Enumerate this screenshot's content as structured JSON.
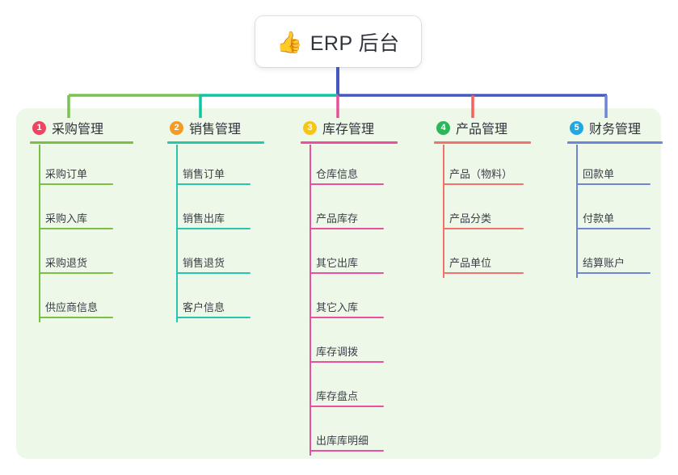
{
  "root": {
    "icon": "thumbs-up-icon",
    "emoji": "👍",
    "title": "ERP 后台"
  },
  "palette": {
    "panel_bg": "#edf8e8",
    "root_text": "#30343c",
    "trunk": "#4558c0",
    "seg_green": "#79c351",
    "seg_teal": "#0ec5a4",
    "seg_blue": "#4558c0",
    "drop_green": "#79c351",
    "drop_teal": "#0ec5a4",
    "drop_pink": "#e8509a",
    "drop_red": "#f4615e",
    "drop_blue": "#6d86d8"
  },
  "columns": [
    {
      "index": "1",
      "title": "采购管理",
      "badge_color": "#f0435f",
      "line_color": "#7ac143",
      "items": [
        "采购订单",
        "采购入库",
        "采购退货",
        "供应商信息"
      ]
    },
    {
      "index": "2",
      "title": "销售管理",
      "badge_color": "#f59a23",
      "line_color": "#26c6b0",
      "items": [
        "销售订单",
        "销售出库",
        "销售退货",
        "客户信息"
      ]
    },
    {
      "index": "3",
      "title": "库存管理",
      "badge_color": "#f5c518",
      "line_color": "#ea4fa0",
      "items": [
        "仓库信息",
        "产品库存",
        "其它出库",
        "其它入库",
        "库存调拨",
        "库存盘点",
        "出库库明细"
      ]
    },
    {
      "index": "4",
      "title": "产品管理",
      "badge_color": "#2bb65a",
      "line_color": "#f4706c",
      "items": [
        "产品（物料）",
        "产品分类",
        "产品单位"
      ]
    },
    {
      "index": "5",
      "title": "财务管理",
      "badge_color": "#22a7e0",
      "line_color": "#6d86d8",
      "items": [
        "回款单",
        "付款单",
        "结算账户"
      ]
    }
  ]
}
